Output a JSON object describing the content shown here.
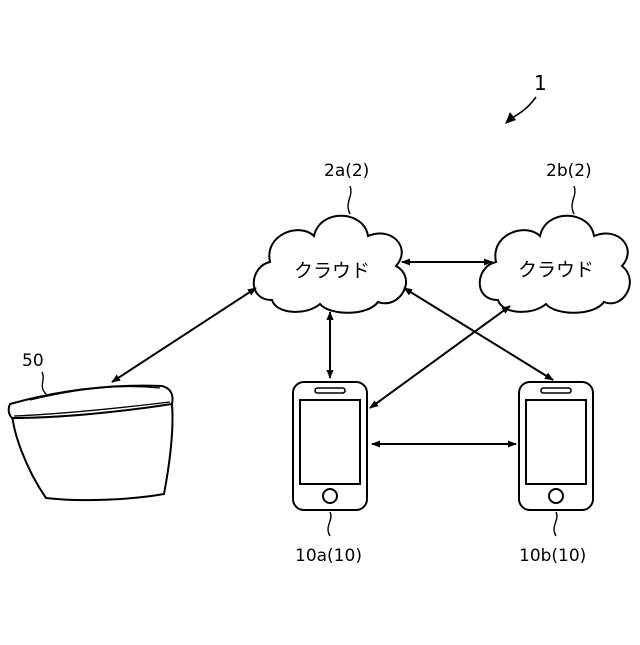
{
  "figure": {
    "system_ref": "1",
    "clouds": [
      {
        "id": "cloud-2a",
        "ref": "2a(2)",
        "text": "クラウド"
      },
      {
        "id": "cloud-2b",
        "ref": "2b(2)",
        "text": "クラウド"
      }
    ],
    "devices": [
      {
        "id": "phone-10a",
        "ref": "10a(10)"
      },
      {
        "id": "phone-10b",
        "ref": "10b(10)"
      }
    ],
    "toilet": {
      "ref": "50"
    }
  }
}
